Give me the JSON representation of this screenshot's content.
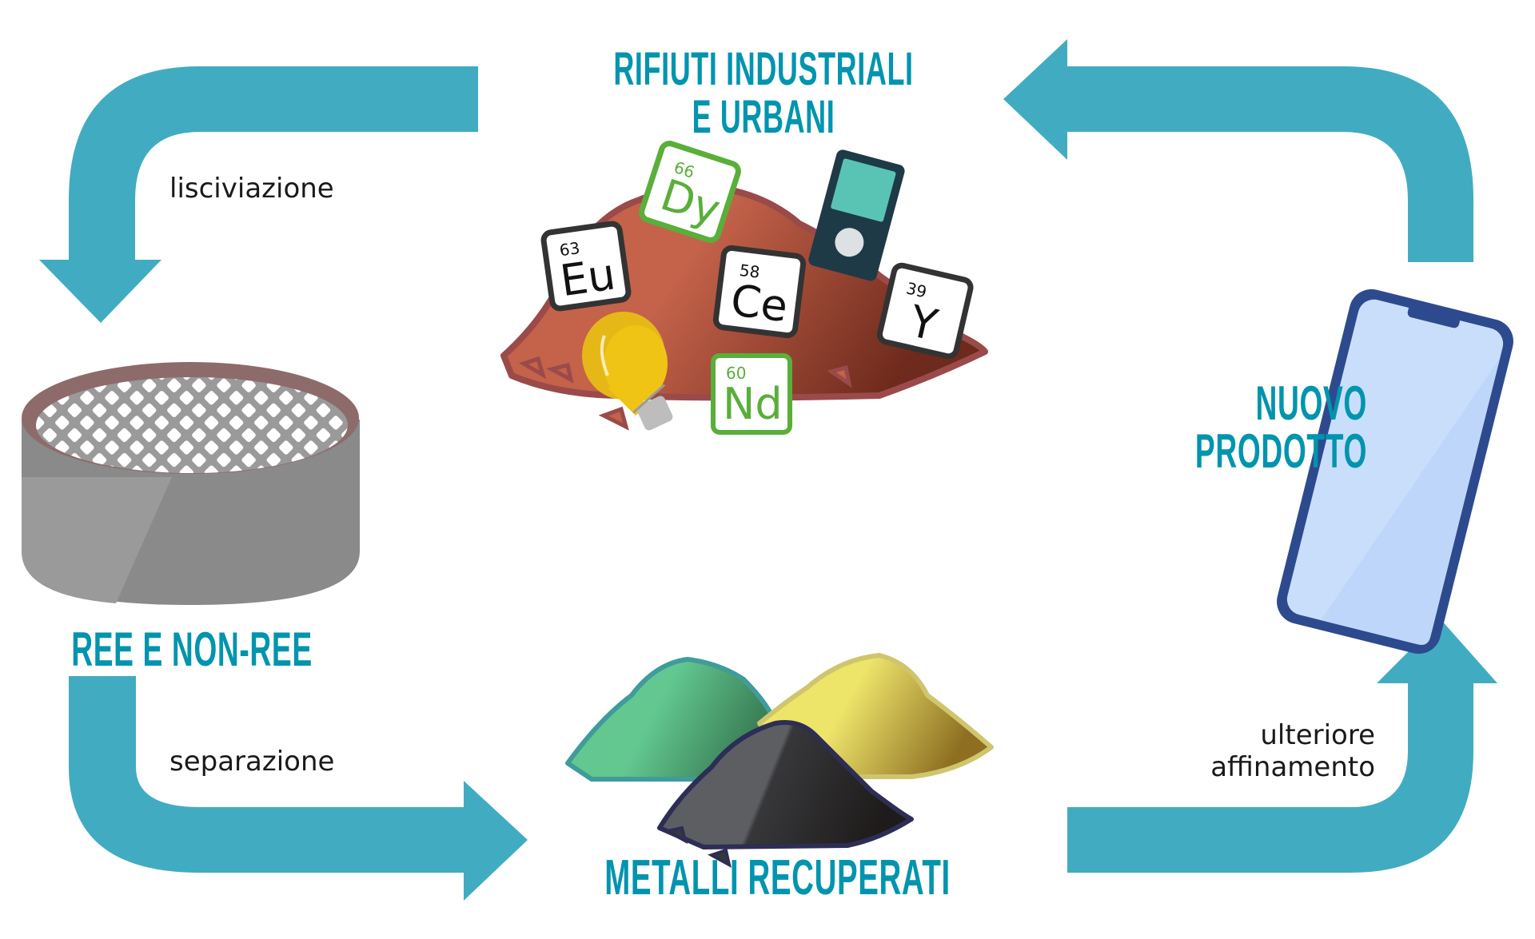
{
  "colors": {
    "arrow": "#41ACC1",
    "title": "#0094AF",
    "label": "#1a1a1a",
    "pile_brown": "#C4624A",
    "pile_outline": "#9B4A4A",
    "element_black_border": "#333333",
    "element_green_border": "#5AAE3A",
    "phone_frame": "#2E4A8F",
    "phone_screen": "#C8DEFB",
    "sieve_rim": "#8E6B6B",
    "sieve_body": "#8A8A8A",
    "pile_green": "#62C890",
    "pile_yellow": "#EDE46A",
    "pile_black": "#5C5E62"
  },
  "nodes": {
    "waste": {
      "title_line1": "RIFIUTI INDUSTRIALI",
      "title_line2": "E URBANI"
    },
    "ree": {
      "title": "REE E NON-REE"
    },
    "metals": {
      "title": "METALLI RECUPERATI"
    },
    "product": {
      "title_line1": "NUOVO",
      "title_line2": "PRODOTTO"
    }
  },
  "steps": {
    "leaching": "lisciviazione",
    "separation": "separazione",
    "refining_line1": "ulteriore",
    "refining_line2": "affinamento"
  },
  "elements": [
    {
      "number": "66",
      "symbol": "Dy",
      "style": "green"
    },
    {
      "number": "63",
      "symbol": "Eu",
      "style": "black"
    },
    {
      "number": "58",
      "symbol": "Ce",
      "style": "black"
    },
    {
      "number": "39",
      "symbol": "Y",
      "style": "black"
    },
    {
      "number": "60",
      "symbol": "Nd",
      "style": "green"
    }
  ],
  "icons": {
    "waste": [
      "waste-pile-icon",
      "lightbulb-icon",
      "mp3-player-icon"
    ],
    "ree": "sieve-icon",
    "metals": [
      "green-powder-pile-icon",
      "yellow-powder-pile-icon",
      "black-powder-pile-icon"
    ],
    "product": "smartphone-icon"
  }
}
